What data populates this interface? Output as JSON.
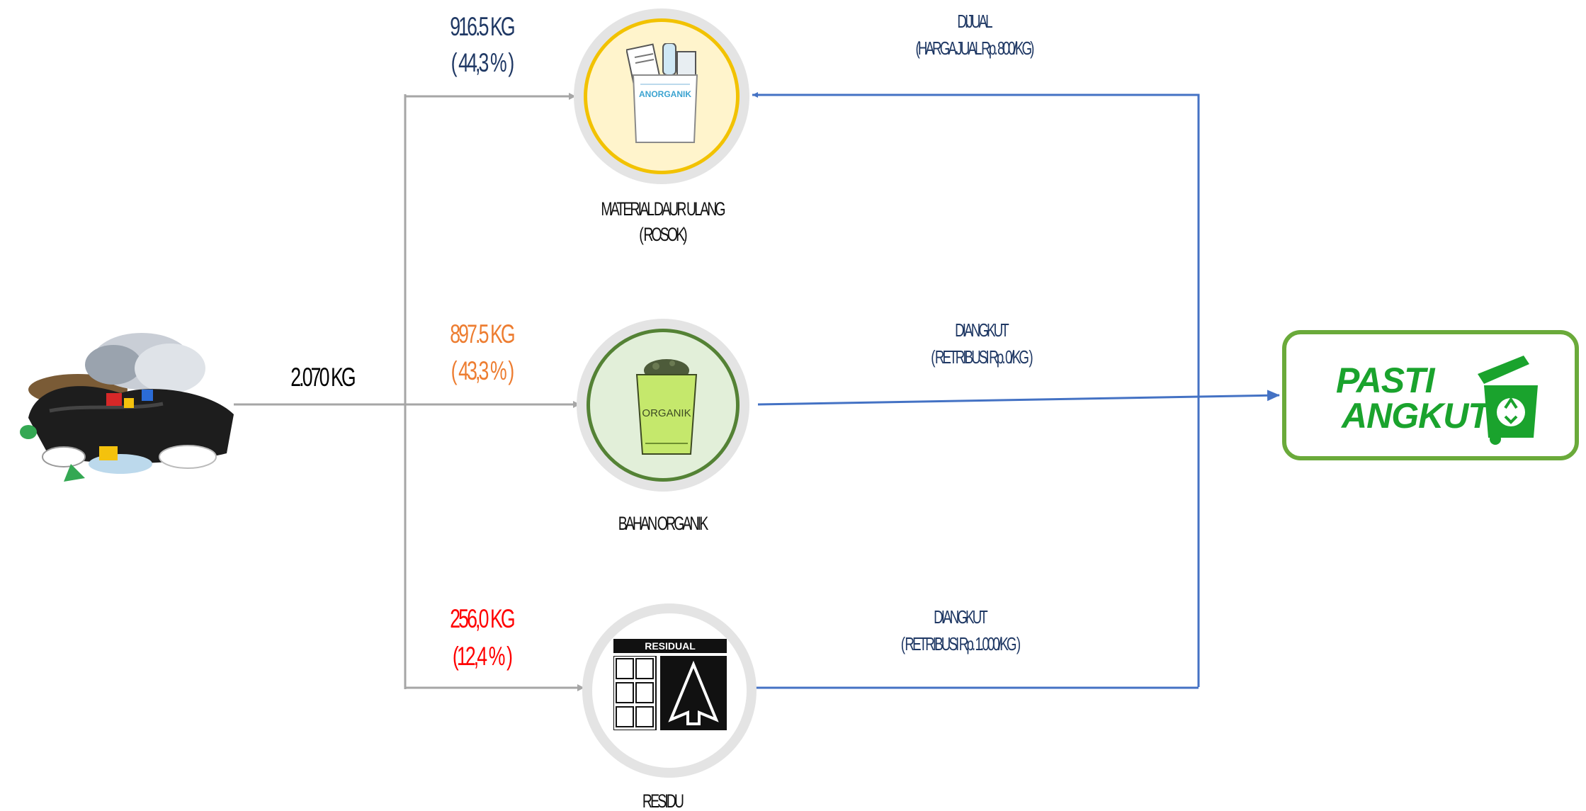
{
  "source": {
    "weight": "2.070 KG"
  },
  "recyclable": {
    "weight": "916.5 KG",
    "percent": "( 44,3 % )",
    "caption_line1": "MATERIAL DAUR ULANG",
    "caption_line2": "( ROSOK)",
    "bag_label": "ANORGANIK",
    "flow_line1": "DIJUAL",
    "flow_line2": "(HARGA JUAL Rp. 800/KG)"
  },
  "organic": {
    "weight": "897.5 KG",
    "percent": "( 43,3 % )",
    "caption": "BAHAN ORGANIK",
    "bin_label": "ORGANIK",
    "flow_line1": "DIANGKUT",
    "flow_line2": "( RETRIBUSI Rp. 0/KG )"
  },
  "residue": {
    "weight": "256,0 KG",
    "percent": "(12,4 % )",
    "caption": "RESIDU",
    "sign_label": "RESIDUAL",
    "flow_line1": "DIANGKUT",
    "flow_line2": "( RETRIBUSI Rp. 1.000/KG )"
  },
  "destination": {
    "logo_line1": "PASTI",
    "logo_line2": "ANGKUT"
  },
  "colors": {
    "recyclable_text": "#1f3864",
    "organic_text": "#ed7d31",
    "residue_text": "#ff0000",
    "split_arrows": "#a6a6a6",
    "output_arrows": "#4472c4",
    "logo_green": "#1aa32d"
  },
  "icons": [
    "waste-pile-icon",
    "recycle-bag-icon",
    "organic-bin-icon",
    "residual-sign-icon",
    "garbage-truck-icon",
    "recycle-symbol-icon"
  ]
}
